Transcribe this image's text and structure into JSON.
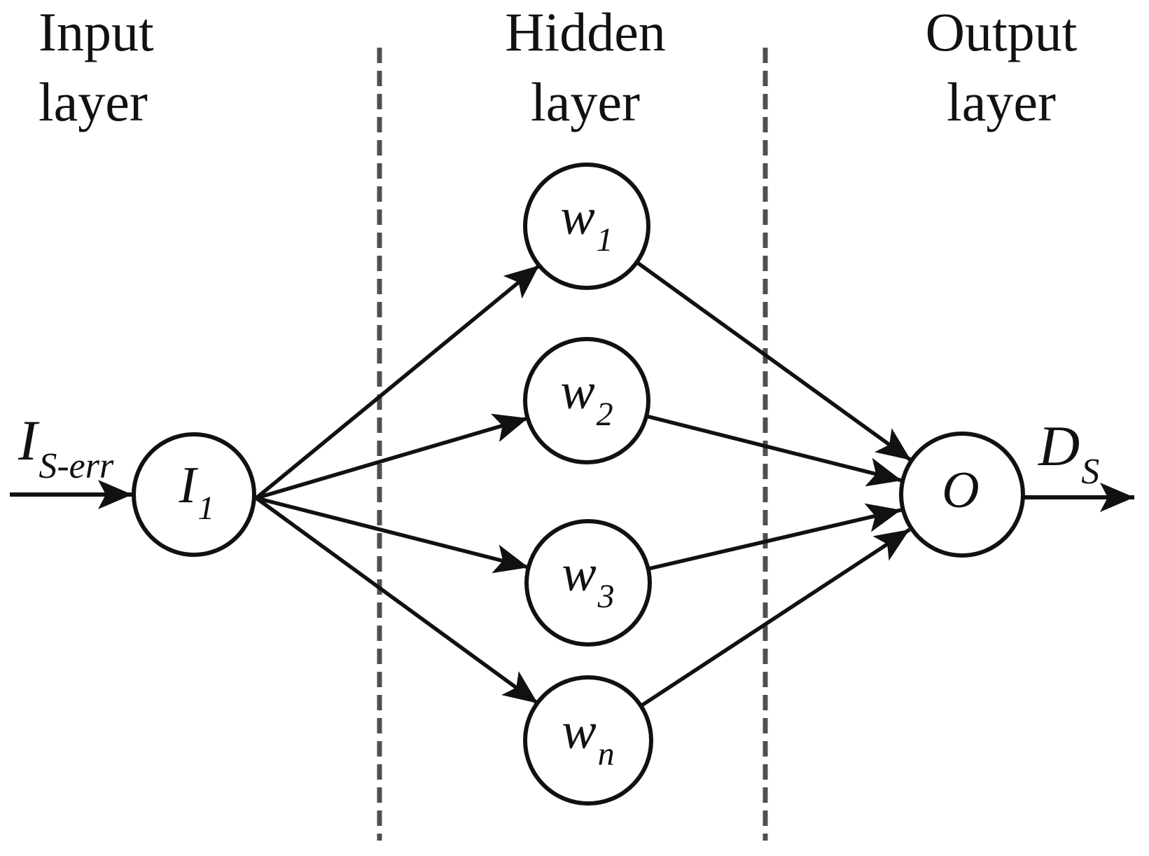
{
  "figure": {
    "type": "neural-network-diagram",
    "description": "Single-input, single-output feedforward neural network with one hidden layer"
  },
  "layers": {
    "input": {
      "title": "Input\nlayer"
    },
    "hidden": {
      "title": "Hidden\nlayer"
    },
    "output": {
      "title": "Output\nlayer"
    }
  },
  "nodes": {
    "input": {
      "main": "I",
      "sub": "1"
    },
    "hidden": [
      {
        "main": "w",
        "sub": "1"
      },
      {
        "main": "w",
        "sub": "2"
      },
      {
        "main": "w",
        "sub": "3"
      },
      {
        "main": "w",
        "sub": "n"
      }
    ],
    "output": {
      "main": "O",
      "sub": ""
    }
  },
  "signals": {
    "input": {
      "main": "I",
      "sub": "S-err"
    },
    "output": {
      "main": "D",
      "sub": "S"
    }
  },
  "colors": {
    "ink": "#111111",
    "divider": "#4f4f4f",
    "background": "#ffffff"
  }
}
